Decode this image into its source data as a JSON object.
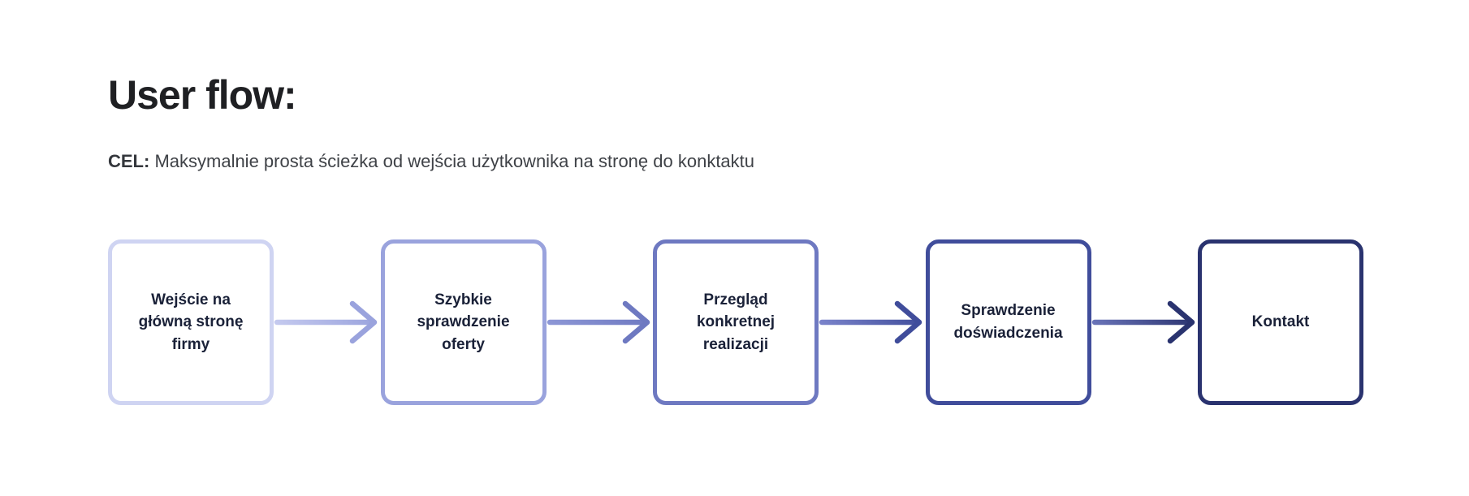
{
  "header": {
    "title": "User flow:",
    "subtitle_label": "CEL:",
    "subtitle_text": " Maksymalnie prosta ścieżka od wejścia użytkownika na stronę do konktaktu"
  },
  "flow": {
    "text_color": "#1a2138",
    "steps": [
      {
        "label": "Wejście na główną stronę firmy",
        "border_color": "#cfd4f2"
      },
      {
        "label": "Szybkie sprawdzenie oferty",
        "border_color": "#9aa3dd"
      },
      {
        "label": "Przegląd konkretnej realizacji",
        "border_color": "#6e79c1"
      },
      {
        "label": "Sprawdzenie doświadczenia",
        "border_color": "#404d9b"
      },
      {
        "label": "Kontakt",
        "border_color": "#2a336f"
      }
    ],
    "arrows": [
      {
        "from_color": "#c5caef",
        "to_color": "#9aa3dd"
      },
      {
        "from_color": "#8d97d6",
        "to_color": "#6e79c1"
      },
      {
        "from_color": "#7b84cb",
        "to_color": "#404d9b"
      },
      {
        "from_color": "#6a74b9",
        "to_color": "#2a336f"
      }
    ]
  }
}
